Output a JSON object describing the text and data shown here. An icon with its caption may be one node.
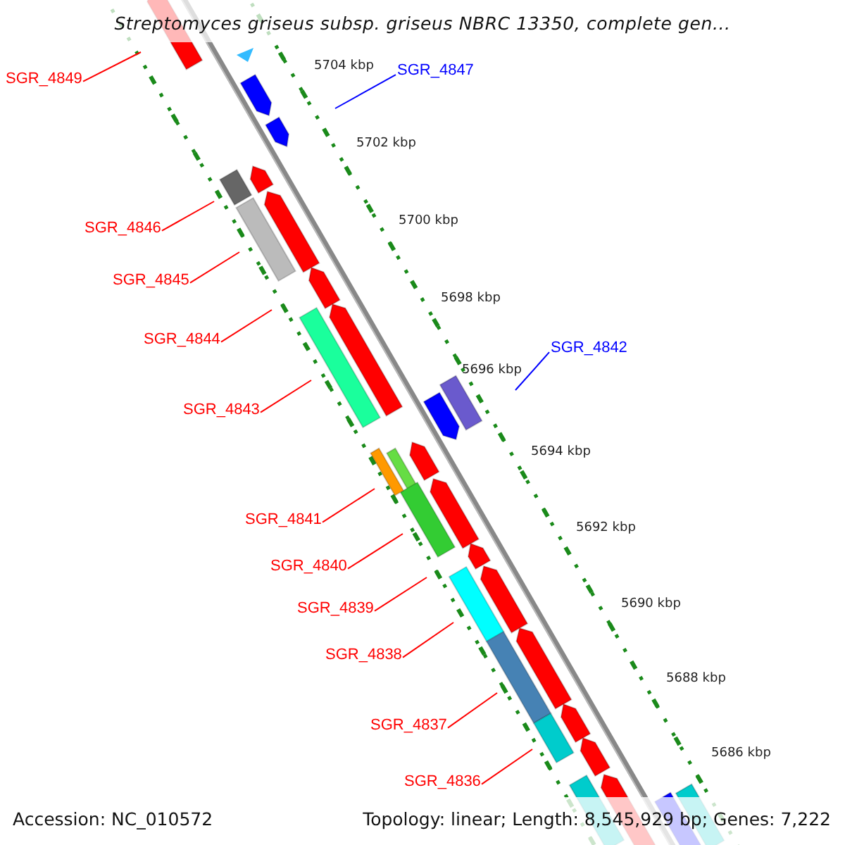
{
  "diagram": {
    "title": "Streptomyces griseus subsp. griseus NBRC 13350, complete gen...",
    "nodes": [
      {
        "text": [
          "SGR_4849"
        ]
      },
      {
        "text": [
          "SGR_4847"
        ]
      },
      {
        "text": [
          "SGR_4846"
        ]
      },
      {
        "text": [
          "SGR_4845"
        ]
      },
      {
        "text": [
          "SGR_4844"
        ]
      },
      {
        "text": [
          "SGR_4843"
        ]
      },
      {
        "text": [
          "SGR_4842"
        ]
      },
      {
        "text": [
          "SGR_4841"
        ]
      },
      {
        "text": [
          "SGR_4840"
        ]
      },
      {
        "text": [
          "SGR_4839"
        ]
      },
      {
        "text": [
          "SGR_4838"
        ]
      },
      {
        "text": [
          "SGR_4837"
        ]
      },
      {
        "text": [
          "SGR_4836"
        ]
      }
    ],
    "edges": [
      {
        "from": 0,
        "to": null,
        "arrow": "none"
      },
      {
        "from": 1,
        "to": null,
        "arrow": "none",
        "color": "#0000ff"
      },
      {
        "from": 2,
        "to": null,
        "arrow": "none"
      },
      {
        "from": 3,
        "to": null,
        "arrow": "none"
      },
      {
        "from": 4,
        "to": null,
        "arrow": "none"
      },
      {
        "from": 5,
        "to": null,
        "arrow": "none"
      },
      {
        "from": 6,
        "to": null,
        "arrow": "none",
        "color": "#0000ff"
      },
      {
        "from": 7,
        "to": null,
        "arrow": "none"
      },
      {
        "from": 8,
        "to": null,
        "arrow": "none"
      },
      {
        "from": 9,
        "to": null,
        "arrow": "none"
      },
      {
        "from": 10,
        "to": null,
        "arrow": "none"
      },
      {
        "from": 11,
        "to": null,
        "arrow": "none"
      },
      {
        "from": 12,
        "to": null,
        "arrow": "none"
      }
    ],
    "labels": [
      "5704 kbp",
      "5702 kbp",
      "5700 kbp",
      "5698 kbp",
      "5696 kbp",
      "5694 kbp",
      "5692 kbp",
      "5690 kbp",
      "5688 kbp",
      "5686 kbp",
      "Accession: NC_010572",
      "Topology: linear; Length: 8,545,929 bp; Genes: 7,222"
    ]
  }
}
